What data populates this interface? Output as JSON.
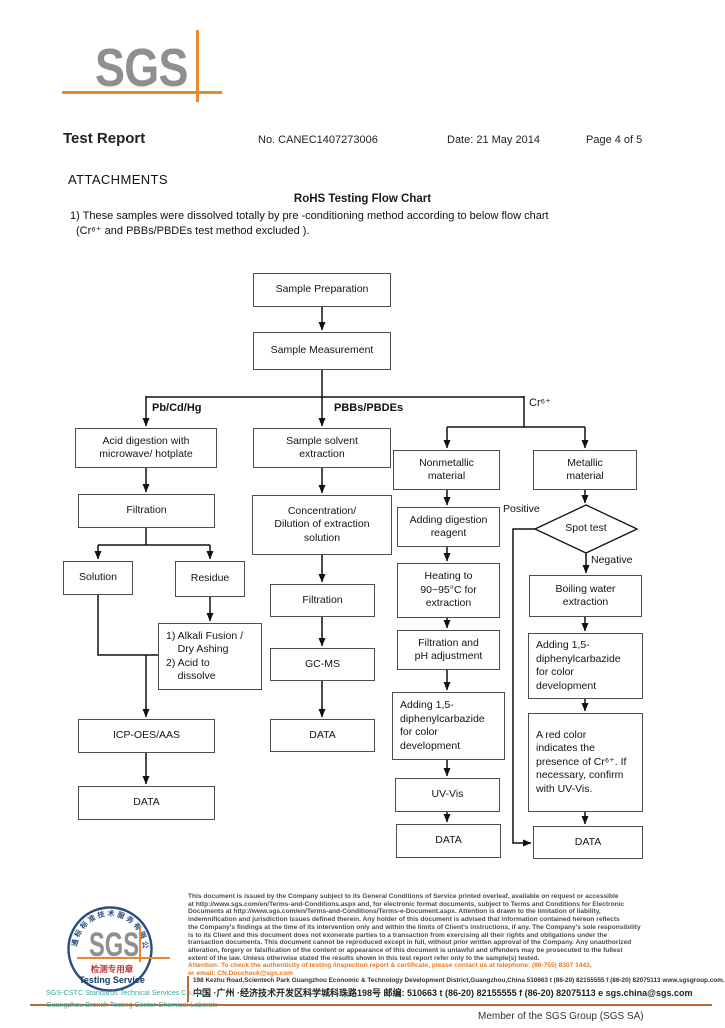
{
  "header": {
    "logo_text": "SGS",
    "title": "Test Report",
    "report_no": "No. CANEC1407273006",
    "date": "Date: 21 May 2014",
    "page": "Page 4 of 5"
  },
  "attachments": {
    "heading": "ATTACHMENTS",
    "chart_title": "RoHS Testing Flow Chart",
    "note_line1": "1) These samples were dissolved totally by pre -conditioning method according to below flow chart",
    "note_line2": "(Cr⁶⁺ and PBBs/PBDEs test method excluded )."
  },
  "flowchart": {
    "branch_labels": {
      "left": "Pb/Cd/Hg",
      "middle": "PBBs/PBDEs",
      "right": "Cr⁶⁺"
    },
    "decision_labels": {
      "positive": "Positive",
      "negative": "Negative",
      "spot_test": "Spot test"
    },
    "boxes": {
      "sample_preparation": "Sample Preparation",
      "sample_measurement": "Sample Measurement",
      "acid_digestion": "Acid digestion with\nmicrowave/ hotplate",
      "filtration1": "Filtration",
      "solution": "Solution",
      "residue": "Residue",
      "alkali": "1) Alkali Fusion /\n    Dry Ashing\n2) Acid to\n    dissolve",
      "icp": "ICP-OES/AAS",
      "data_left": "DATA",
      "solvent_extraction": "Sample solvent\nextraction",
      "concentration": "Concentration/\nDilution of extraction\nsolution",
      "filtration2": "Filtration",
      "gcms": "GC-MS",
      "data_mid": "DATA",
      "nonmetallic": "Nonmetallic\nmaterial",
      "adding_reagent": "Adding digestion\nreagent",
      "heating": "Heating to\n90~95°C for\nextraction",
      "filtration_ph": "Filtration and\npH adjustment",
      "adding_dpc_nm": "Adding 1,5-\ndiphenylcarbazide\nfor color\ndevelopment",
      "uvvis": "UV-Vis",
      "data_nm": "DATA",
      "metallic": "Metallic\nmaterial",
      "boiling": "Boiling water\nextraction",
      "adding_dpc_m": "Adding 1,5-\ndiphenylcarbazide\nfor color\ndevelopment",
      "red_color": "A red color\nindicates the\npresence of Cr⁶⁺. If\nnecessary, confirm\nwith UV-Vis.",
      "data_m": "DATA"
    }
  },
  "footer": {
    "stamp": {
      "arc_text": "通标标准技术服务有限公司",
      "logo": "SGS",
      "seal_text": "检测专用章",
      "seal_subtext": "Testing Service",
      "company_line1": "SGS-CSTC Standards Technical Services Co., Ltd.",
      "company_line2": "Guangzhou Branch Testing Center Chemical Laboratory"
    },
    "legal_lines": [
      "This document is issued by the Company subject to its General Conditions of Service printed overleaf, available on request or accessible",
      "at http://www.sgs.com/en/Terms-and-Conditions.aspx and, for electronic format documents, subject to Terms and Conditions for Electronic",
      "Documents at http://www.sgs.com/en/Terms-and-Conditions/Terms-e-Document.aspx. Attention is drawn to the limitation of liability,",
      "indemnification and jurisdiction issues defined therein. Any holder of this document is advised that information contained hereon reflects",
      "the Company's findings at the time of its intervention only and within the limits of Client's instructions, if any. The Company's sole responsibility",
      "is to its Client and this document does not exonerate parties to a transaction from exercising all their rights and obligations under the",
      "transaction documents. This document cannot be reproduced except in full, without prior written approval of the Company. Any unauthorized",
      "alteration, forgery or falsification of the content or appearance of this document is unlawful and offenders may be prosecuted to the fullest",
      "extent of the law. Unless otherwise stated the results shown in this test report refer only to the sample(s) tested."
    ],
    "attention_line1": "Attention: To check the authenticity of testing /inspection report & certificate, please contact us at telephone: (86-755) 8307 1443,",
    "attention_line2": "or email: CN.Doccheck@sgs.com",
    "address_en": "198 Kezhu Road,Scientech Park Guangzhou Economic & Technology Development District,Guangzhou,China 510663   t (86-20) 82155555   f (86-20) 82075113   www.sgsgroup.com.cn",
    "address_zh": "中国 ·广州 ·经济技术开发区科学城科珠路198号        邮编: 510663   t (86-20) 82155555   f (86-20) 82075113   e  sgs.china@sgs.com",
    "member": "Member of the SGS Group (SGS SA)"
  },
  "colors": {
    "accent_orange": "#e8872b",
    "attention_orange": "#e87722",
    "stamp_navy": "#2b4d80",
    "stamp_teal": "#3aa79f",
    "seal_red": "#c23a3a",
    "logo_gray": "#8f8f8f"
  }
}
